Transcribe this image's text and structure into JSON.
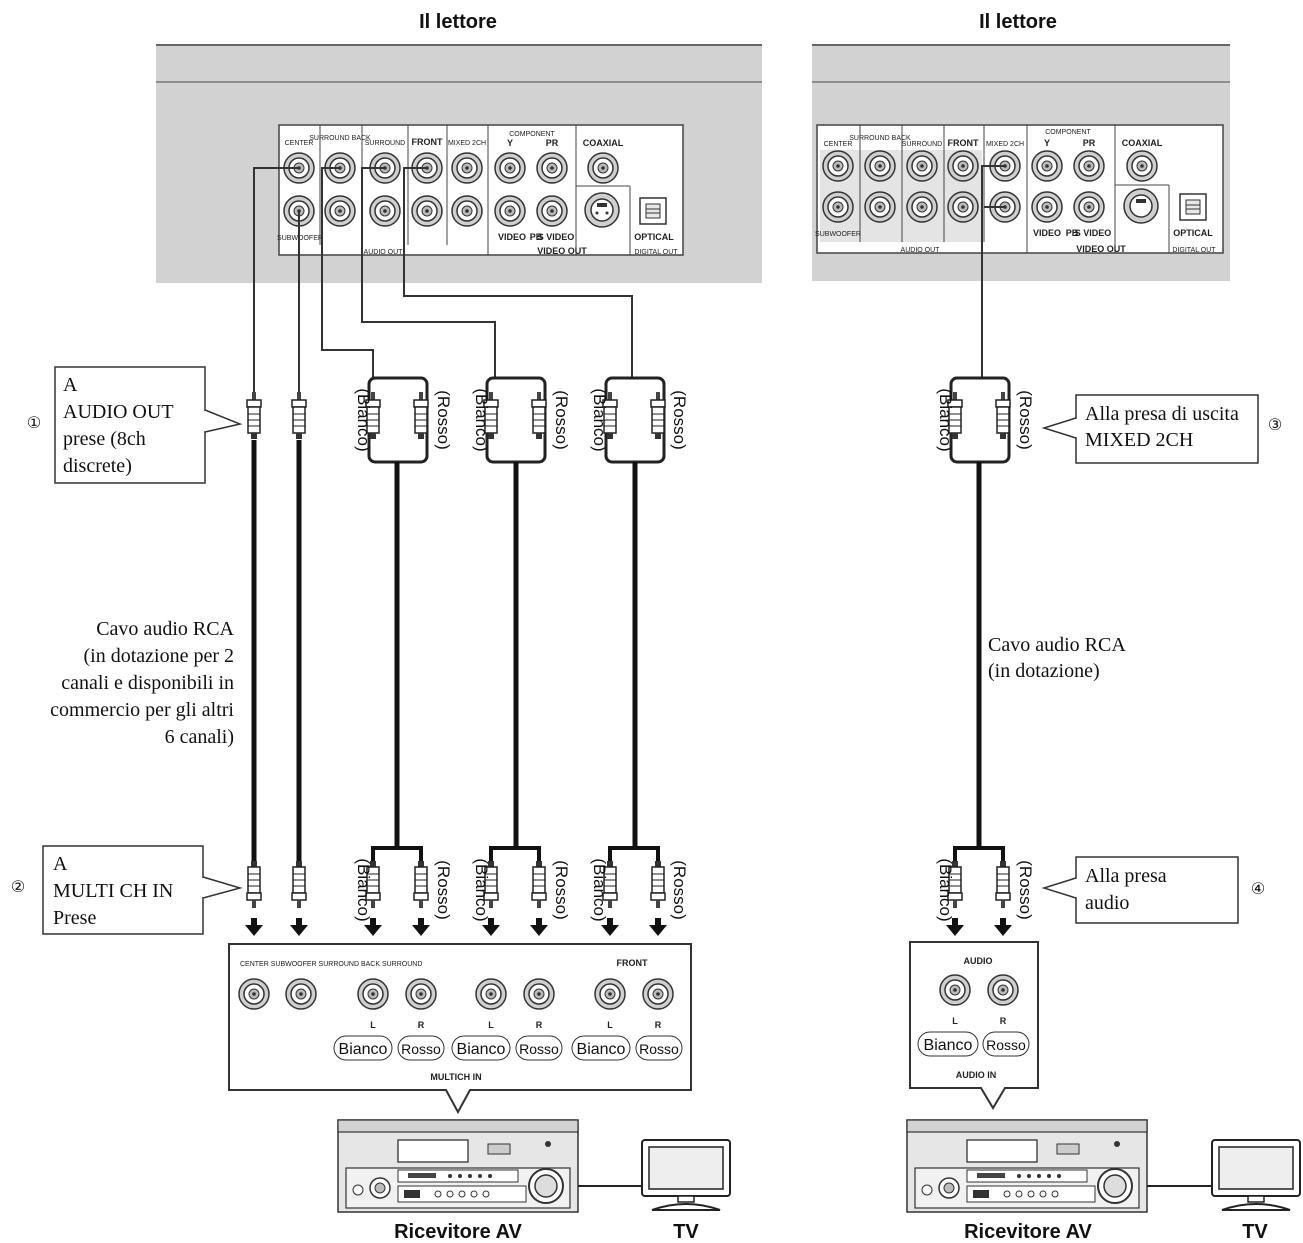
{
  "left": {
    "player_title": "Il lettore",
    "panel": {
      "labels": {
        "center": "CENTER",
        "surround_back": "SURROUND BACK",
        "surround": "SURROUND",
        "front": "FRONT",
        "mixed_2ch": "MIXED 2CH",
        "component": "COMPONENT",
        "y": "Y",
        "pr": "PR",
        "coaxial": "COAXIAL",
        "subwoofer": "SUBWOOFER",
        "video": "VIDEO",
        "pb": "PB",
        "s_video": "S VIDEO",
        "optical": "OPTICAL",
        "audio_out": "AUDIO OUT",
        "video_out": "VIDEO OUT",
        "digital_out": "DIGITAL OUT"
      }
    },
    "callout1": {
      "number": "①",
      "lines": [
        "A",
        "AUDIO OUT",
        "prese (8ch",
        "discrete)"
      ]
    },
    "callout2": {
      "number": "②",
      "lines": [
        "A",
        "MULTI CH IN",
        "Prese"
      ]
    },
    "cable_label": [
      "Cavo audio RCA",
      "(in dotazione per 2",
      "canali e disponibili in",
      "commercio per gli altri",
      "6 canali)"
    ],
    "white": "(Bianco)",
    "red": "(Rosso)",
    "receiver_panel": {
      "header_left": "CENTER SUBWOOFER SURROUND BACK SURROUND",
      "header_front": "FRONT",
      "l": "L",
      "r": "R",
      "bianco": "Bianco",
      "rosso": "Rosso",
      "footer": "MULTICH IN"
    },
    "receiver_label": "Ricevitore AV",
    "tv_label": "TV"
  },
  "right": {
    "player_title": "Il lettore",
    "callout3": {
      "number": "③",
      "lines": [
        "Alla presa di uscita",
        "MIXED 2CH"
      ]
    },
    "callout4": {
      "number": "④",
      "lines": [
        "Alla presa",
        "audio"
      ]
    },
    "cable_label": [
      "Cavo audio RCA",
      "(in dotazione)"
    ],
    "white": "(Bianco)",
    "red": "(Rosso)",
    "receiver_panel": {
      "header": "AUDIO",
      "l": "L",
      "r": "R",
      "bianco": "Bianco",
      "rosso": "Rosso",
      "footer": "AUDIO IN"
    },
    "receiver_label": "Ricevitore AV",
    "tv_label": "TV"
  }
}
